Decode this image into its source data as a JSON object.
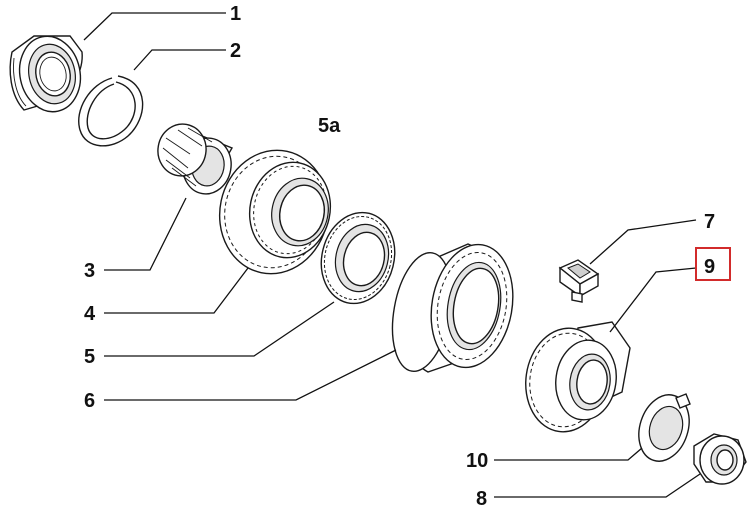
{
  "callouts": [
    {
      "id": "1",
      "label": "1"
    },
    {
      "id": "2",
      "label": "2"
    },
    {
      "id": "3",
      "label": "3"
    },
    {
      "id": "4",
      "label": "4"
    },
    {
      "id": "5",
      "label": "5"
    },
    {
      "id": "5a",
      "label": "5a"
    },
    {
      "id": "6",
      "label": "6"
    },
    {
      "id": "7",
      "label": "7"
    },
    {
      "id": "8",
      "label": "8"
    },
    {
      "id": "9",
      "label": "9"
    },
    {
      "id": "10",
      "label": "10"
    }
  ],
  "highlight": {
    "callout": "9",
    "color": "#d22b2b"
  }
}
